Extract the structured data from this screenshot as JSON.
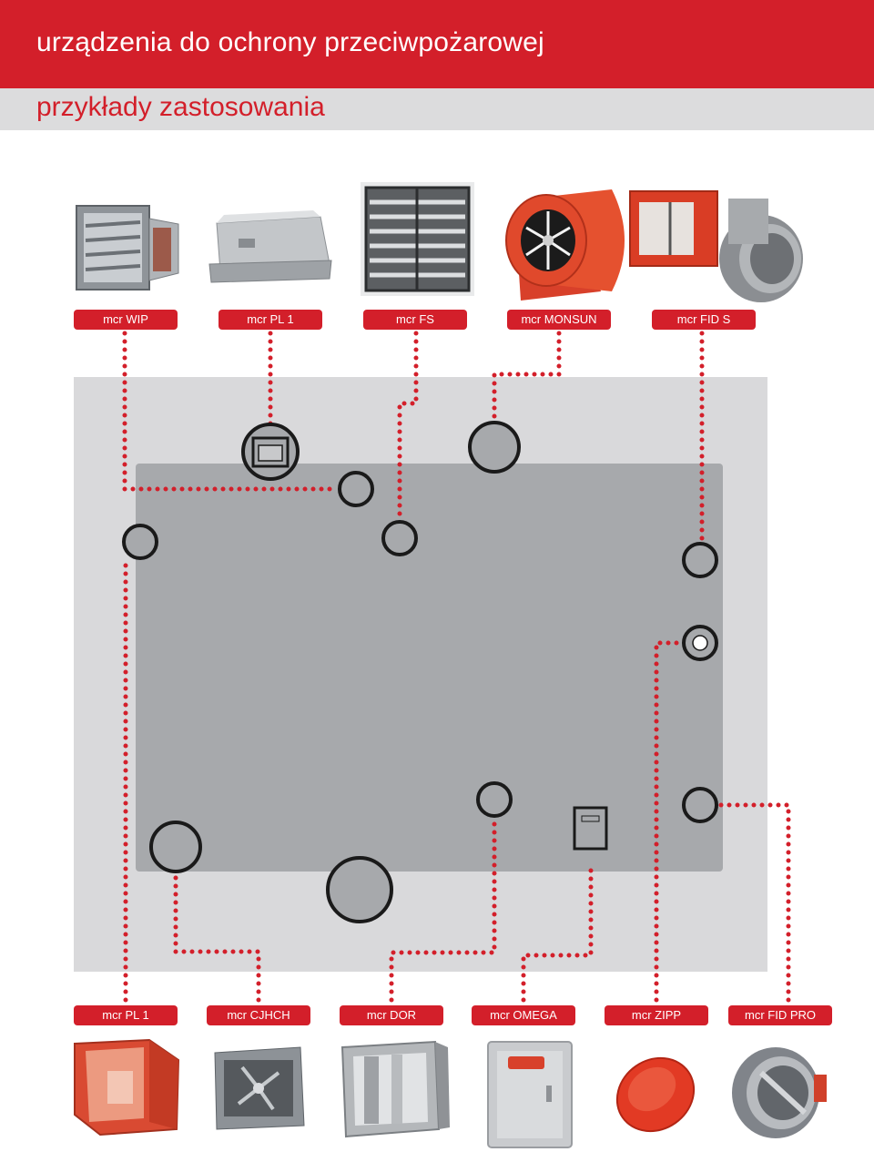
{
  "header": {
    "title": "urządzenia do ochrony przeciwpożarowej",
    "subtitle": "przykłady zastosowania"
  },
  "colors": {
    "brand_red": "#d31f2a",
    "building_outer": "#d9d9db",
    "building_inner": "#a7a9ac",
    "connector": "#d31f2a"
  },
  "top_products": [
    {
      "label": "mcr WIP",
      "icon": "fire-damper-rect-image"
    },
    {
      "label": "mcr PL 1",
      "icon": "smoke-damper-box-image"
    },
    {
      "label": "mcr FS",
      "icon": "louvre-damper-image"
    },
    {
      "label": "mcr MONSUN",
      "icon": "axial-fan-image"
    },
    {
      "label": "mcr FID S",
      "icon": "round-damper-red-image"
    }
  ],
  "bottom_products": [
    {
      "label": "mcr PL 1",
      "icon": "smoke-damper-red-image"
    },
    {
      "label": "mcr CJHCH",
      "icon": "roof-fan-box-image"
    },
    {
      "label": "mcr DOR",
      "icon": "smoke-extraction-damper-image"
    },
    {
      "label": "mcr OMEGA",
      "icon": "control-cabinet-image"
    },
    {
      "label": "mcr ZIPP",
      "icon": "red-disc-valve-image"
    },
    {
      "label": "mcr FID PRO",
      "icon": "round-fire-damper-image"
    }
  ]
}
